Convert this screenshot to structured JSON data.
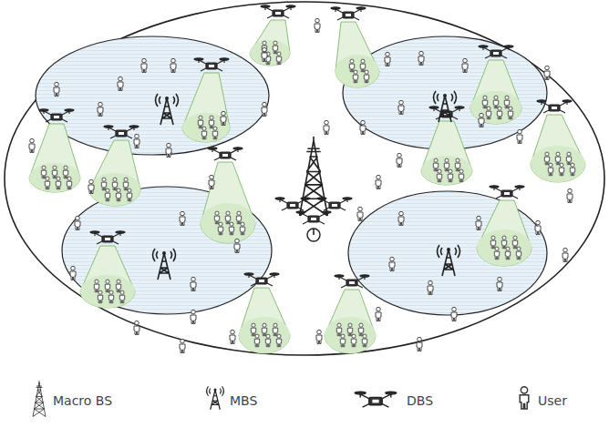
{
  "diagram": {
    "legend": [
      {
        "text": "Macro BS"
      },
      {
        "text": "MBS"
      },
      {
        "text": "DBS"
      },
      {
        "text": "User"
      }
    ]
  }
}
